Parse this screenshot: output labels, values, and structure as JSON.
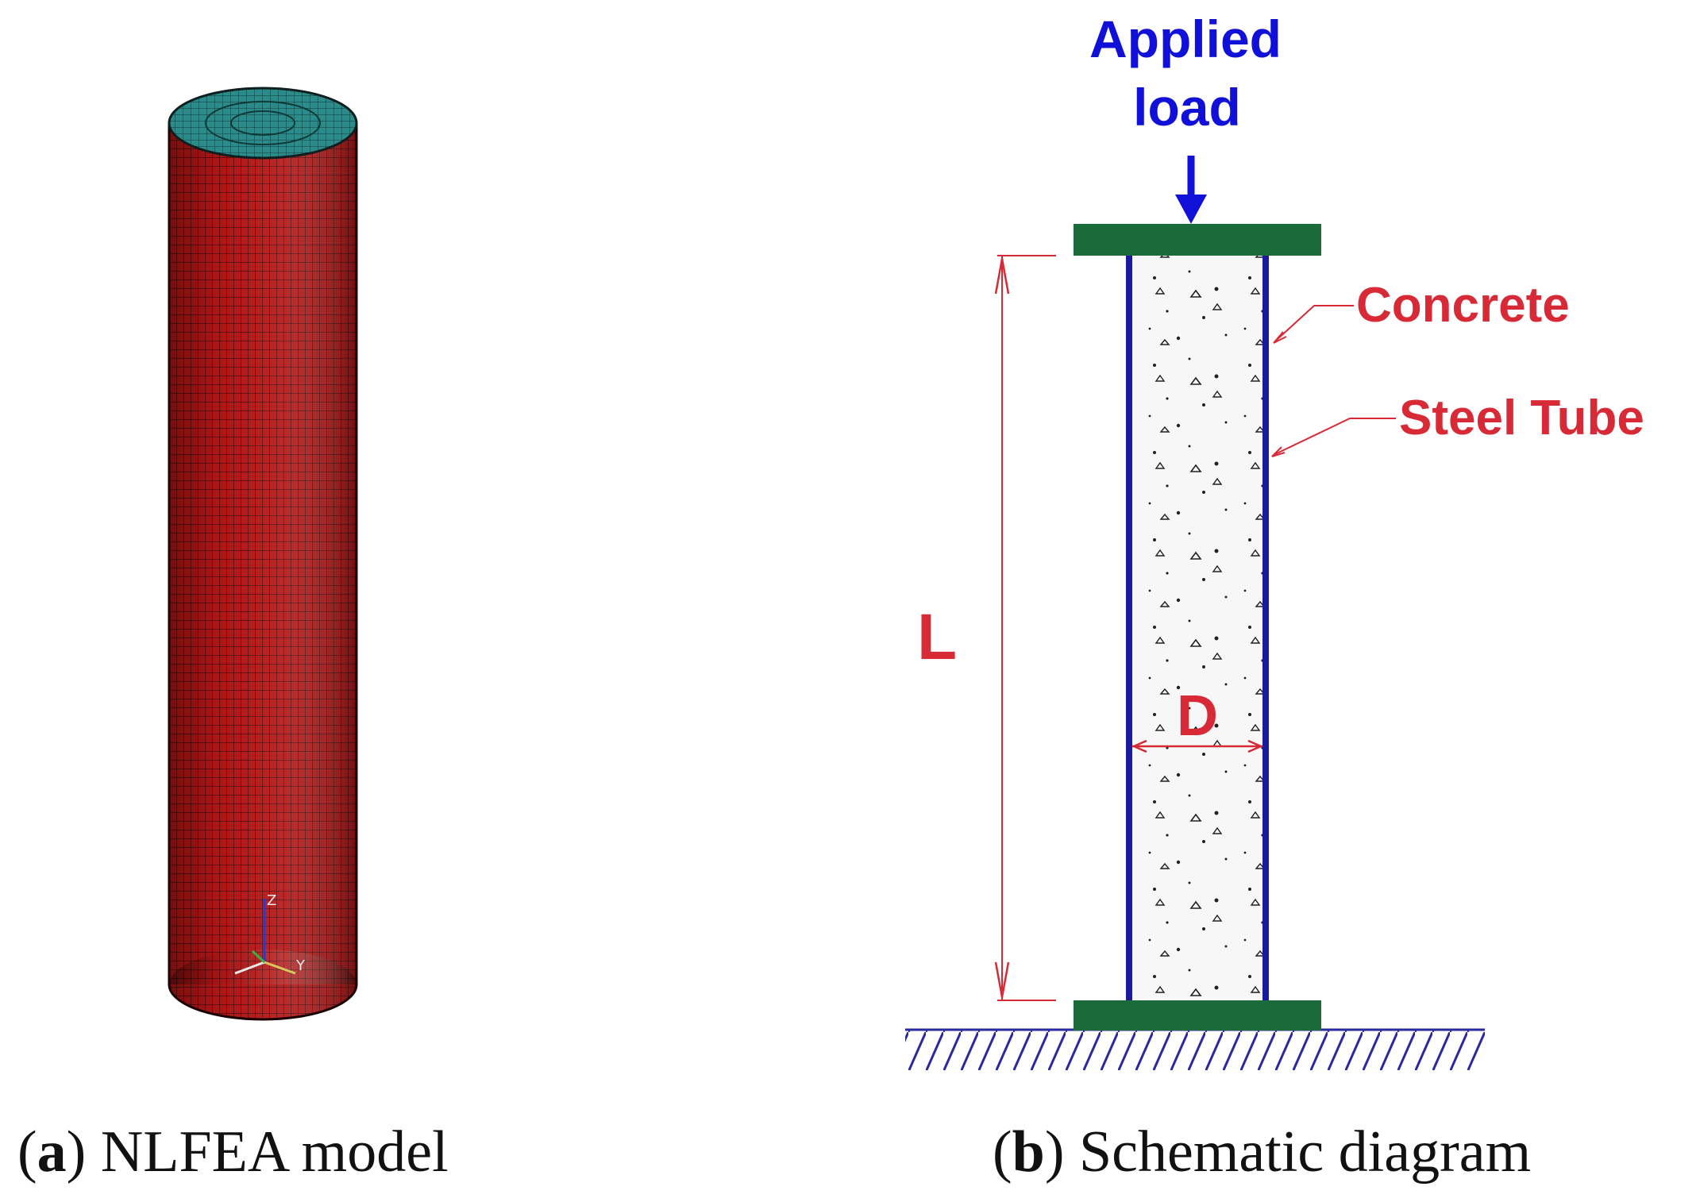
{
  "panel_a": {
    "axis_label_z": "Z",
    "axis_label_y": "Y",
    "caption_open": "(",
    "caption_key": "a",
    "caption_close": ")",
    "caption_text": " NLFEA model"
  },
  "panel_b": {
    "load_label_line1": "Applied",
    "load_label_line2": "load",
    "concrete_label": "Concrete",
    "steel_label": "Steel Tube",
    "length_label": "L",
    "diameter_label": "D",
    "caption_open": "(",
    "caption_key": "b",
    "caption_close": ")",
    "caption_text": " Schematic diagram"
  },
  "colors": {
    "steel_mesh": "#b51616",
    "mesh_top": "#2a8c8a",
    "plate": "#1b6a3a",
    "tube_wall": "#1a1a9c",
    "load_arrow": "#1010d8",
    "annotation_red": "#d82a36",
    "concrete_fill": "#f7f7f7"
  }
}
